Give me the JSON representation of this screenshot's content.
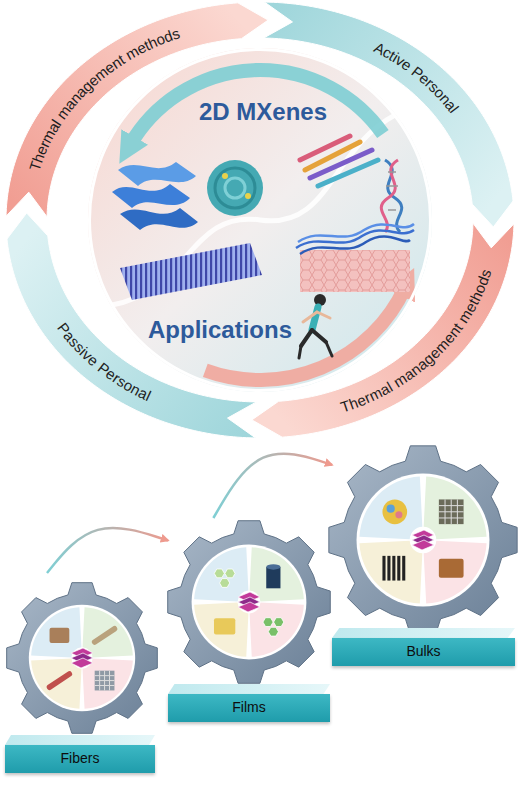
{
  "diagram": {
    "nodes": [
      {
        "text": [
          "Thermal management methods"
        ]
      },
      {
        "text": [
          "Active Personal"
        ]
      },
      {
        "text": [
          "Thermal management methods"
        ]
      },
      {
        "text": [
          "Passive Personal"
        ]
      },
      {
        "text": [
          "2D MXenes",
          "Applications"
        ]
      },
      {
        "text": [
          "Fibers"
        ]
      },
      {
        "text": [
          "Films"
        ]
      },
      {
        "text": [
          "Bulks"
        ]
      }
    ],
    "edges": [
      {
        "from": 5,
        "to": 6,
        "arrow": "to"
      },
      {
        "from": 6,
        "to": 7,
        "arrow": "to"
      }
    ]
  }
}
